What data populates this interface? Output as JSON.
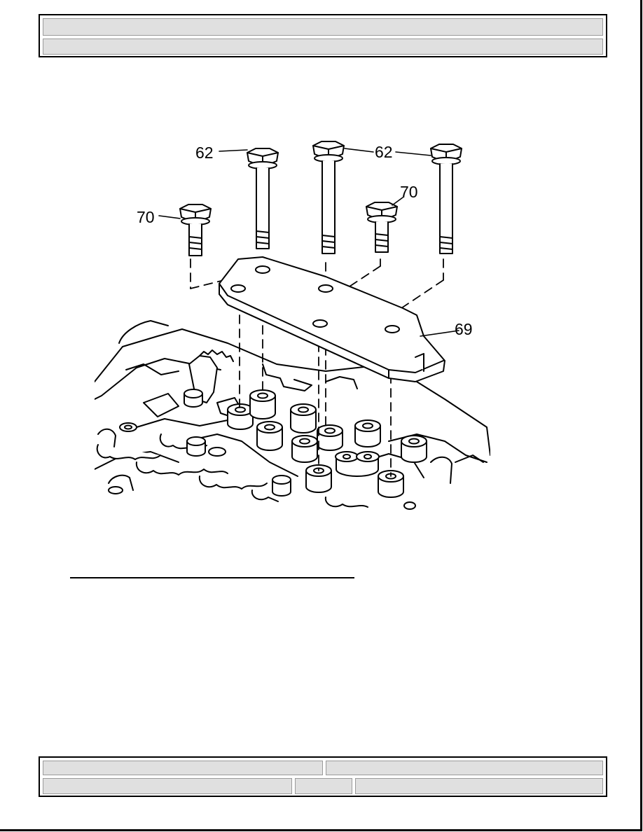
{
  "figure": {
    "callouts": {
      "left_long_bolt": "62",
      "right_long_bolts": "62",
      "left_short_bolt": "70",
      "right_short_bolt": "70",
      "plate": "69"
    }
  }
}
